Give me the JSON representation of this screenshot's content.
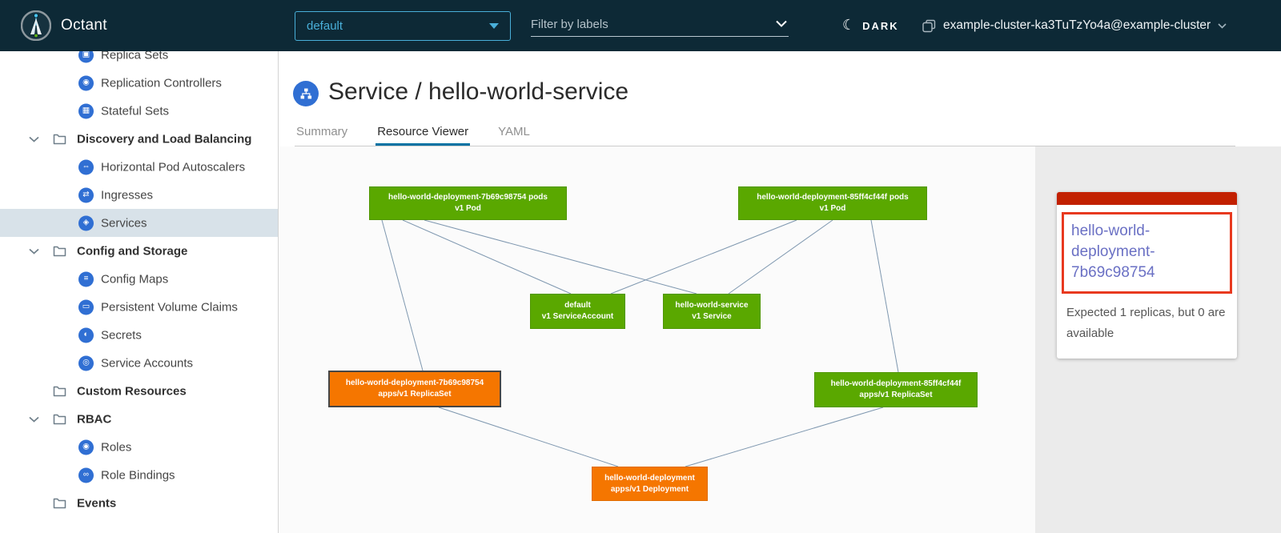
{
  "header": {
    "app_title": "Octant",
    "namespace_selector": {
      "value": "default"
    },
    "filter": {
      "placeholder": "Filter by labels"
    },
    "theme_toggle": {
      "label": "DARK",
      "moon_glyph": "☾"
    },
    "context_switcher": {
      "label": "example-cluster-ka3TuTzYo4a@example-cluster"
    }
  },
  "sidebar": {
    "items": [
      {
        "label": "Replica Sets",
        "glyph": "▣"
      },
      {
        "label": "Replication Controllers",
        "glyph": "◉"
      },
      {
        "label": "Stateful Sets",
        "glyph": "▦"
      },
      {
        "label": "Discovery and Load Balancing"
      },
      {
        "label": "Horizontal Pod Autoscalers",
        "glyph": "⇔"
      },
      {
        "label": "Ingresses",
        "glyph": "⇄"
      },
      {
        "label": "Services",
        "glyph": "◈"
      },
      {
        "label": "Config and Storage"
      },
      {
        "label": "Config Maps",
        "glyph": "≡"
      },
      {
        "label": "Persistent Volume Claims",
        "glyph": "▭"
      },
      {
        "label": "Secrets",
        "glyph": "◐"
      },
      {
        "label": "Service Accounts",
        "glyph": "◎"
      },
      {
        "label": "Custom Resources"
      },
      {
        "label": "RBAC"
      },
      {
        "label": "Roles",
        "glyph": "◉"
      },
      {
        "label": "Role Bindings",
        "glyph": "∞"
      },
      {
        "label": "Events"
      }
    ]
  },
  "main": {
    "page_title": "Service / hello-world-service",
    "tabs": [
      {
        "label": "Summary"
      },
      {
        "label": "Resource Viewer",
        "active": true
      },
      {
        "label": "YAML"
      }
    ]
  },
  "graph": {
    "nodes": {
      "pod1": {
        "line1": "hello-world-deployment-7b69c98754 pods",
        "line2": "v1 Pod",
        "status": "ok"
      },
      "pod2": {
        "line1": "hello-world-deployment-85ff4cf44f pods",
        "line2": "v1 Pod",
        "status": "ok"
      },
      "serviceaccount": {
        "line1": "default",
        "line2": "v1 ServiceAccount",
        "status": "ok"
      },
      "service": {
        "line1": "hello-world-service",
        "line2": "v1 Service",
        "status": "ok"
      },
      "replicaset1": {
        "line1": "hello-world-deployment-7b69c98754",
        "line2": "apps/v1 ReplicaSet",
        "status": "warning",
        "selected": true
      },
      "replicaset2": {
        "line1": "hello-world-deployment-85ff4cf44f",
        "line2": "apps/v1 ReplicaSet",
        "status": "ok"
      },
      "deployment": {
        "line1": "hello-world-deployment",
        "line2": "apps/v1 Deployment",
        "status": "warning"
      }
    },
    "edges": [
      {
        "from": "pod1",
        "to": "replicaset1"
      },
      {
        "from": "pod1",
        "to": "serviceaccount"
      },
      {
        "from": "pod1",
        "to": "service"
      },
      {
        "from": "pod2",
        "to": "serviceaccount"
      },
      {
        "from": "pod2",
        "to": "service"
      },
      {
        "from": "pod2",
        "to": "replicaset2"
      },
      {
        "from": "replicaset1",
        "to": "deployment"
      },
      {
        "from": "replicaset2",
        "to": "deployment"
      }
    ]
  },
  "detail_panel": {
    "title_link": "hello-world-deployment-7b69c98754",
    "message": "Expected 1 replicas, but 0 are available"
  },
  "colors": {
    "header_bg": "#0d2936",
    "accent_blue": "#49afd9",
    "node_ok_green": "#5aa800",
    "node_warn_orange": "#f57600",
    "alert_red_bar": "#c22000",
    "alert_red_border": "#e8391f",
    "link_purple": "#6a70c4",
    "tab_active_underline": "#0072a3",
    "selected_nav_bg": "#d8e2e9",
    "resource_icon_blue": "#306fd3"
  }
}
